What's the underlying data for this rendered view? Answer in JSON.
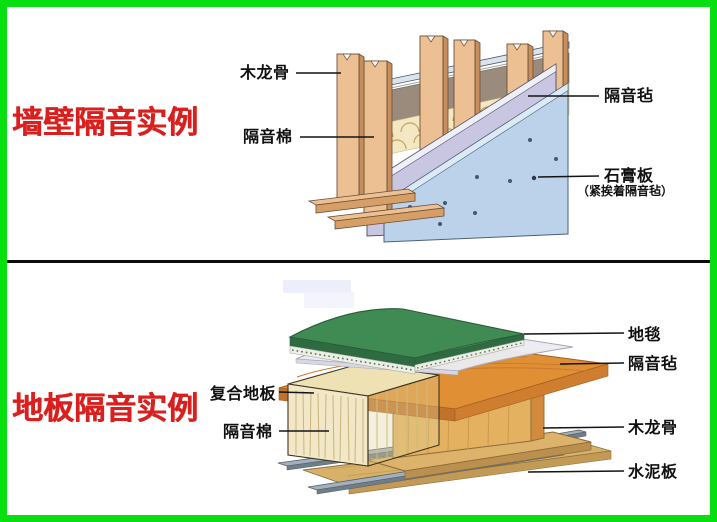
{
  "colors": {
    "border_green": "#07df10",
    "accent_red": "#d9201e",
    "divider": "#0c0c0c",
    "label_black": "#111111"
  },
  "wall": {
    "title": "墙壁隔音实例",
    "labels": {
      "wood_keel": "木龙骨",
      "sound_cotton": "隔音棉",
      "sound_felt": "隔音毡",
      "gypsum_board": "石膏板",
      "gypsum_note": "（紧挨着隔音毡）"
    }
  },
  "floor": {
    "title": "地板隔音实例",
    "labels": {
      "composite_floor": "复合地板",
      "sound_cotton": "隔音棉",
      "carpet": "地毯",
      "sound_felt": "隔音毡",
      "wood_keel": "木龙骨",
      "cement_board": "水泥板"
    }
  }
}
